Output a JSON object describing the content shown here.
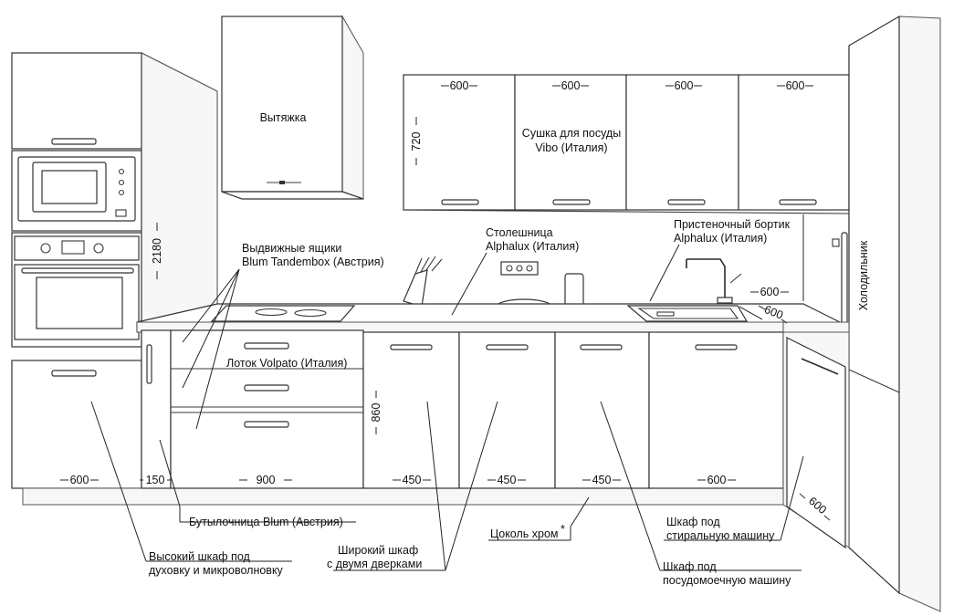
{
  "drawing": {
    "labels": {
      "hood": "Вытяжка",
      "drawers": "Выдвижные ящики",
      "drawers_brand": "Blum Tandembox (Австрия)",
      "countertop": "Столешница",
      "countertop_brand": "Alphalux (Италия)",
      "dryer": "Сушка для посуды",
      "dryer_brand": "Vibo (Италия)",
      "backsplash": "Пристеночный бортик",
      "backsplash_brand": "Alphalux (Италия)",
      "fridge": "Холодильник",
      "tray": "Лоток Volpato (Италия)",
      "bottle_rack": "Бутылочница Blum (Австрия)",
      "tall_cabinet_1": "Высокий шкаф под",
      "tall_cabinet_2": "духовку и микроволновку",
      "wide_cabinet_1": "Широкий шкаф",
      "wide_cabinet_2": "с двумя дверками",
      "plinth": "Цоколь хром",
      "plinth_mark": "*",
      "washer_1": "Шкаф под",
      "washer_2": "стиральную машину",
      "dishwasher_1": "Шкаф под",
      "dishwasher_2": "посудомоечную машину"
    },
    "dimensions": {
      "upper_1": "600",
      "upper_2": "600",
      "upper_3": "600",
      "upper_4": "600",
      "upper_height": "720",
      "tall_height": "2180",
      "base_height": "860",
      "corner_top": "600",
      "corner_side": "600",
      "base_tall": "600",
      "base_bottle": "150",
      "base_drawers": "900",
      "base_450_1": "450",
      "base_450_2": "450",
      "base_450_3": "450",
      "base_right": "600",
      "return_side": "600"
    }
  }
}
